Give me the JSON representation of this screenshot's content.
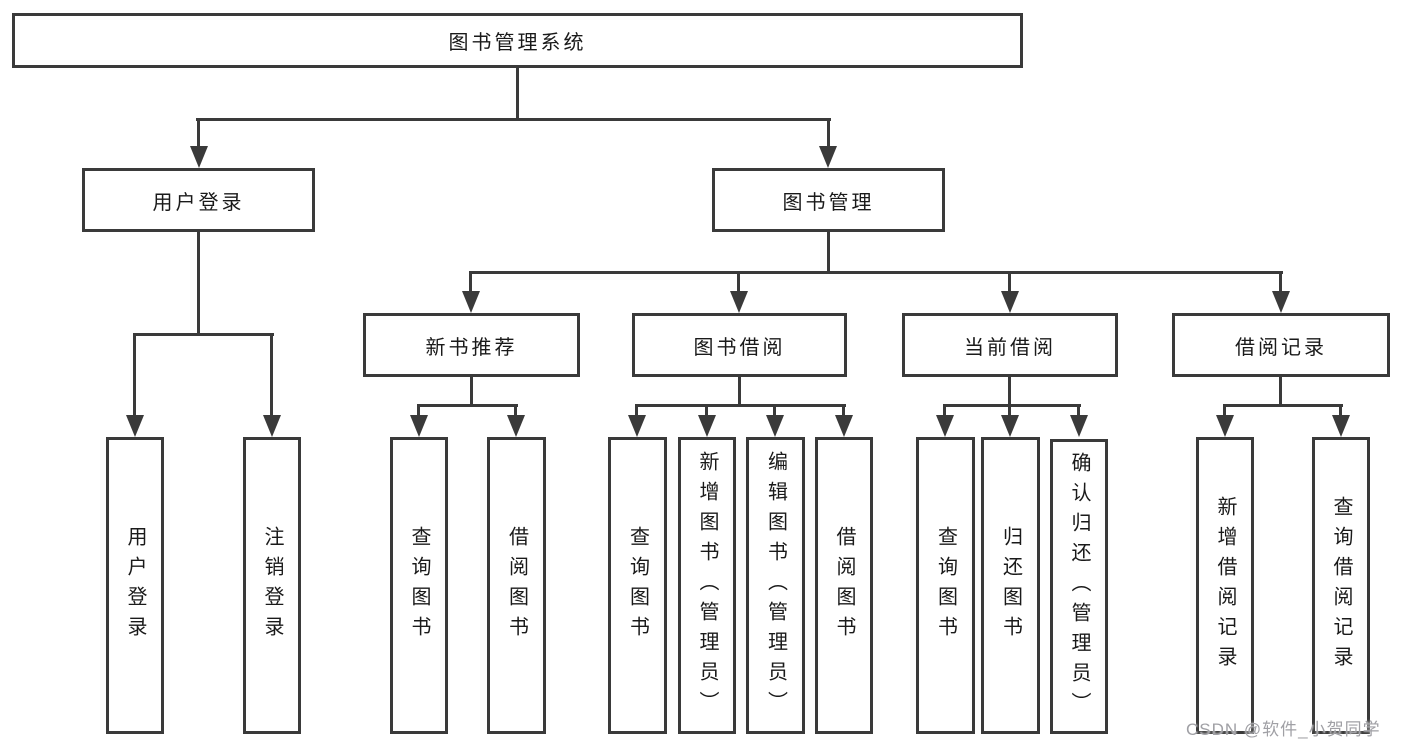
{
  "tree": {
    "root": {
      "label": "图书管理系统"
    },
    "branches": [
      {
        "label": "用户登录",
        "children": [
          "用户登录",
          "注销登录"
        ]
      },
      {
        "label": "图书管理",
        "groups": [
          {
            "label": "新书推荐",
            "children": [
              "查询图书",
              "借阅图书"
            ]
          },
          {
            "label": "图书借阅",
            "children": [
              "查询图书",
              "新增图书（管理员）",
              "编辑图书（管理员）",
              "借阅图书"
            ]
          },
          {
            "label": "当前借阅",
            "children": [
              "查询图书",
              "归还图书",
              "确认归还（管理员）"
            ]
          },
          {
            "label": "借阅记录",
            "children": [
              "新增借阅记录",
              "查询借阅记录"
            ]
          }
        ]
      }
    ]
  },
  "watermark": "CSDN @软件_小贺同学",
  "colors": {
    "line": "#3a3a3a",
    "text": "#1a1a1a",
    "background": "#ffffff",
    "watermark": "#a0a0a5"
  }
}
